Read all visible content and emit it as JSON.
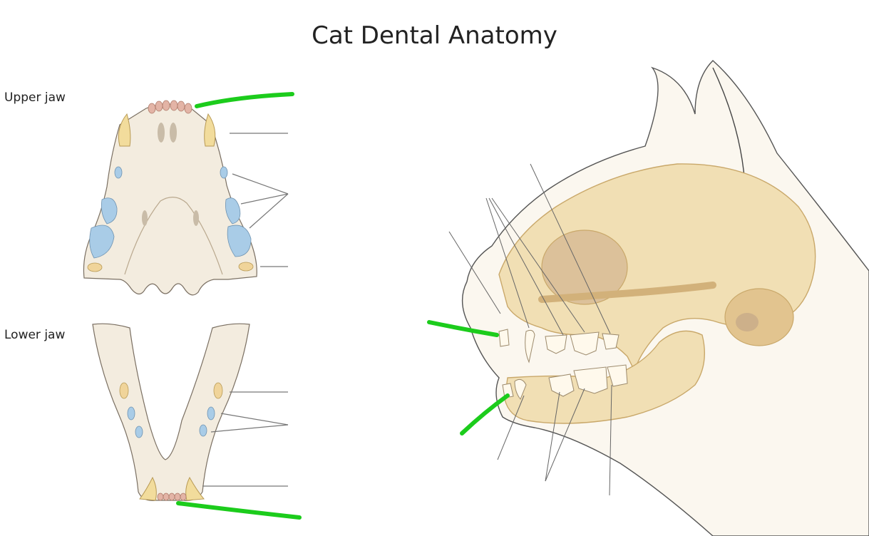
{
  "title": "Cat Dental Anatomy",
  "upper_jaw": {
    "label": "Upper jaw"
  },
  "lower_jaw": {
    "label": "Lower jaw"
  },
  "colors": {
    "bone": "#f3ecdf",
    "bone_outline": "#7a6f62",
    "incisor": "#e3b4a6",
    "canine": "#f2dc9c",
    "premolar": "#a9cce7",
    "molar": "#f0d49a",
    "skull": "#f1dfb4",
    "skull_dark": "#e2c48f",
    "highlight": "#1ccc1c"
  }
}
